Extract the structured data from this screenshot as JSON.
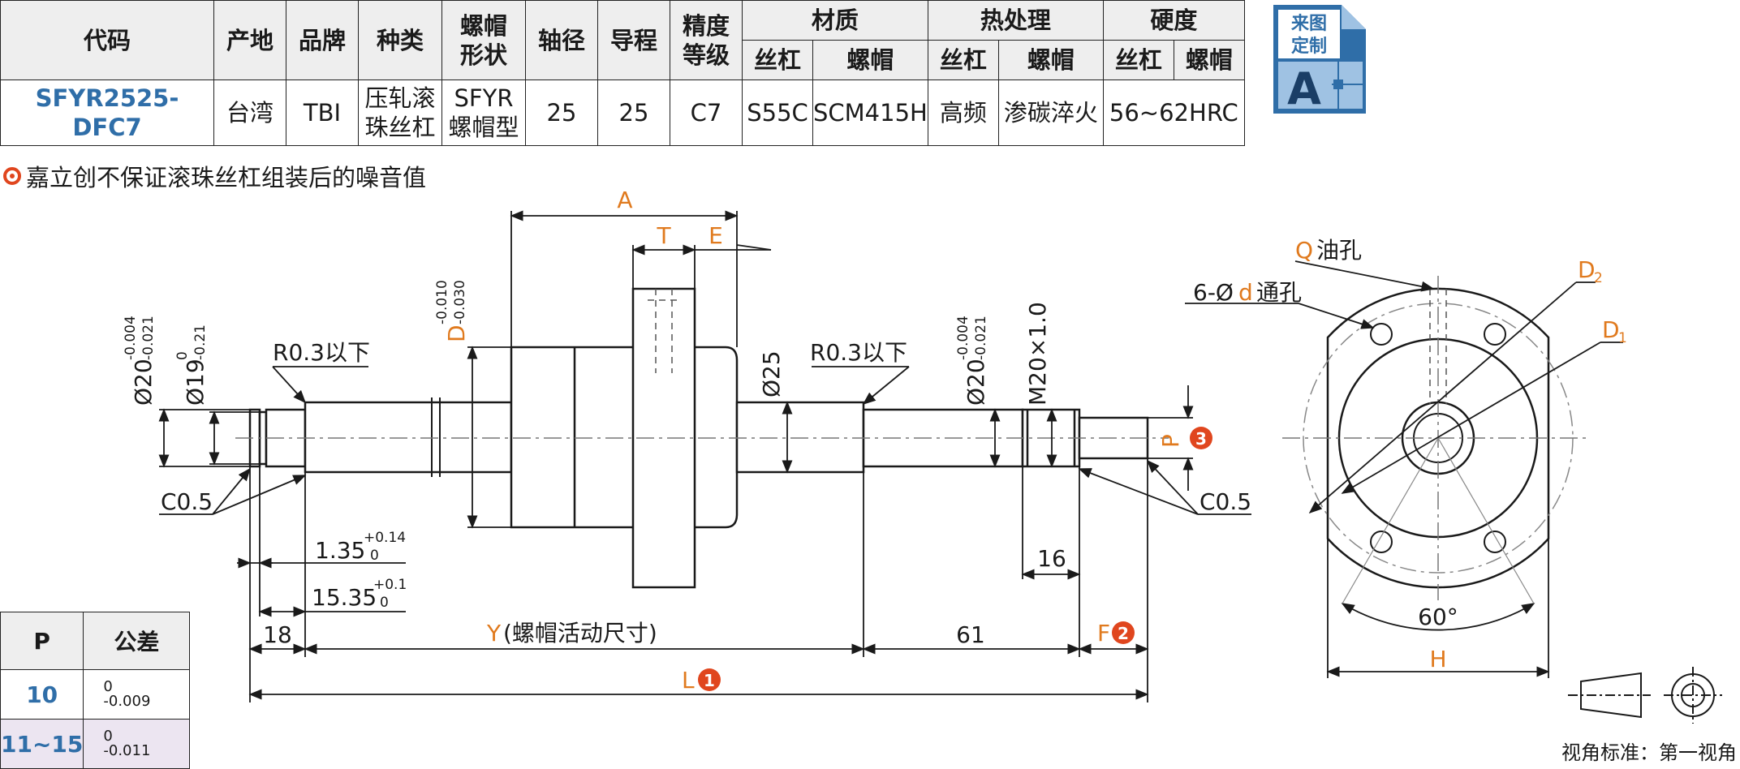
{
  "spec_table": {
    "headers": {
      "code": "代码",
      "origin": "产地",
      "brand": "品牌",
      "type": "种类",
      "nut_shape_1": "螺帽",
      "nut_shape_2": "形状",
      "shaft_dia": "轴径",
      "lead": "导程",
      "precision_1": "精度",
      "precision_2": "等级",
      "material": "材质",
      "heat_treatment": "热处理",
      "hardness": "硬度",
      "sub_screw": "丝杠",
      "sub_nut": "螺帽"
    },
    "row": {
      "code": "SFYR2525-DFC7",
      "origin": "台湾",
      "brand": "TBI",
      "type_1": "压轧滚",
      "type_2": "珠丝杠",
      "nut_shape_1": "SFYR",
      "nut_shape_2": "螺帽型",
      "shaft_dia": "25",
      "lead": "25",
      "precision": "C7",
      "material_screw": "S55C",
      "material_nut": "SCM415H",
      "heat_screw": "高频",
      "heat_nut": "渗碳淬火",
      "hardness": "56~62HRC"
    }
  },
  "custom_badge": {
    "line1": "来图",
    "line2": "定制",
    "letter": "A",
    "color": "#2f6ea8"
  },
  "note": "嘉立创不保证滚珠丝杠组装后的噪音值",
  "tolerance_table": {
    "header_p": "P",
    "header_tol": "公差",
    "rows": [
      {
        "p": "10",
        "upper": "0",
        "lower": "-0.009"
      },
      {
        "p": "11~15",
        "upper": "0",
        "lower": "-0.011"
      }
    ]
  },
  "view_standard": "视角标准：第一视角",
  "drawing": {
    "A": "A",
    "T": "T",
    "E": "E",
    "D_label": "D",
    "D_upper": "-0.010",
    "D_lower": "-0.030",
    "phi20_left": "Ø20",
    "phi20_left_upper": "-0.004",
    "phi20_left_lower": "-0.021",
    "phi19": "Ø19",
    "phi19_upper": "0",
    "phi19_lower": "-0.21",
    "r03_left": "R0.3以下",
    "r03_right": "R0.3以下",
    "phi25": "Ø25",
    "phi20_right": "Ø20",
    "phi20_right_upper": "-0.004",
    "phi20_right_lower": "-0.021",
    "m20": "M20×1.0",
    "c05_left": "C0.5",
    "c05_right": "C0.5",
    "d135": "1.35",
    "d135_upper": "+0.14",
    "d135_lower": "0",
    "d1535": "15.35",
    "d1535_upper": "+0.1",
    "d1535_lower": "0",
    "d18": "18",
    "d16": "16",
    "d61": "61",
    "Y": "Y",
    "Y_desc": "(螺帽活动尺寸)",
    "L": "L",
    "F": "F",
    "P": "P",
    "marker1": "1",
    "marker2": "2",
    "marker3": "3",
    "Q": "Q",
    "Q_desc": "油孔",
    "holes": "6-Ø",
    "holes_d": "d",
    "holes_desc": "通孔",
    "D2": "D",
    "D2_sub": "2",
    "D1": "D",
    "D1_sub": "1",
    "angle": "60°",
    "H": "H"
  },
  "colors": {
    "accent": "#e07a1e",
    "marker": "#e0461e",
    "code_blue": "#2f6ea8"
  }
}
